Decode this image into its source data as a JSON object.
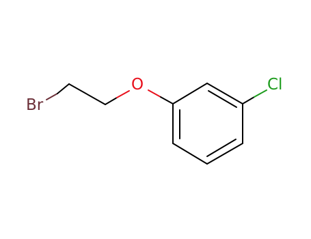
{
  "molecule": {
    "atoms": {
      "bromine": {
        "label": "Br",
        "color": "#6b2f38"
      },
      "oxygen": {
        "label": "O",
        "color": "#e8101c"
      },
      "chlorine": {
        "label": "Cl",
        "color": "#1e9c1e"
      }
    },
    "bond_color": "#000000"
  }
}
